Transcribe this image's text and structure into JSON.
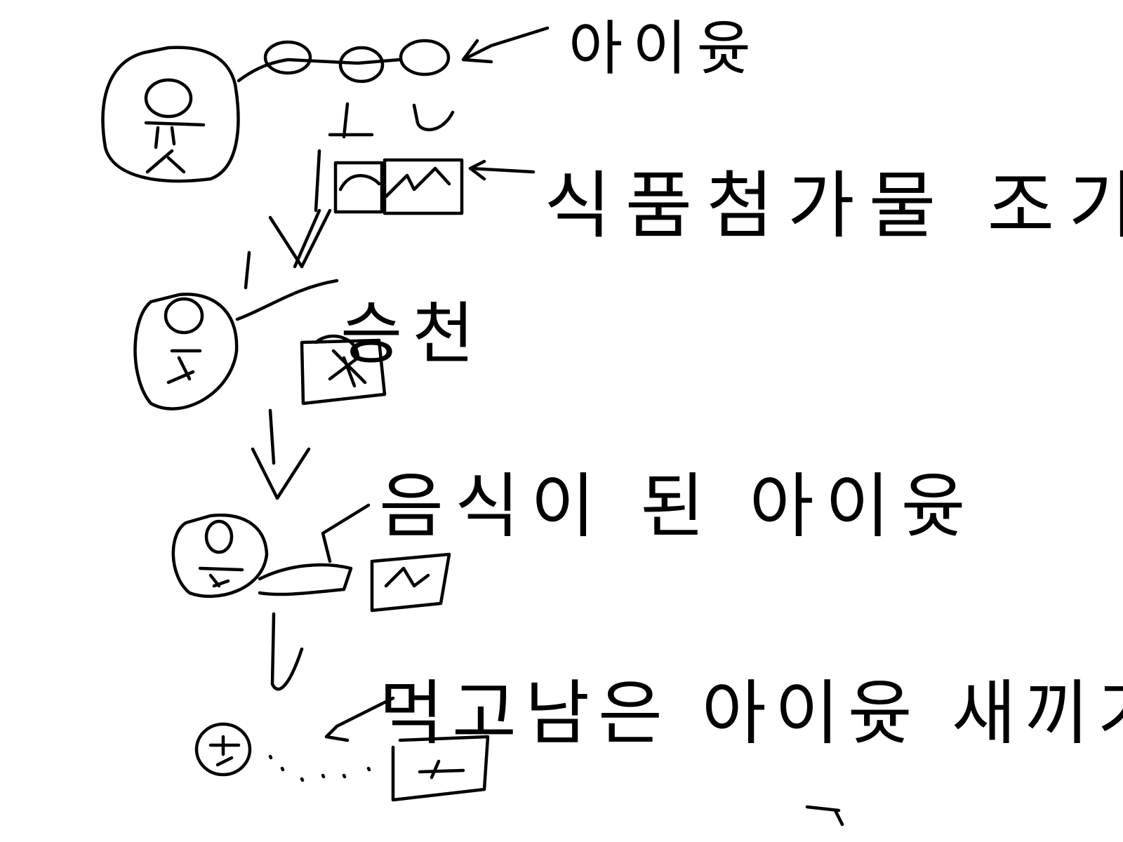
{
  "drawing": {
    "background": "#ffffff",
    "ink_color": "#000000",
    "labels": {
      "step1": "아이윳",
      "step2": "식품첨가물 조기",
      "step3": "승천",
      "step4": "음식이 된 아이윳",
      "step5": "먹고남은 아이윳 새끼기"
    },
    "avatar_glyph": "윳"
  }
}
